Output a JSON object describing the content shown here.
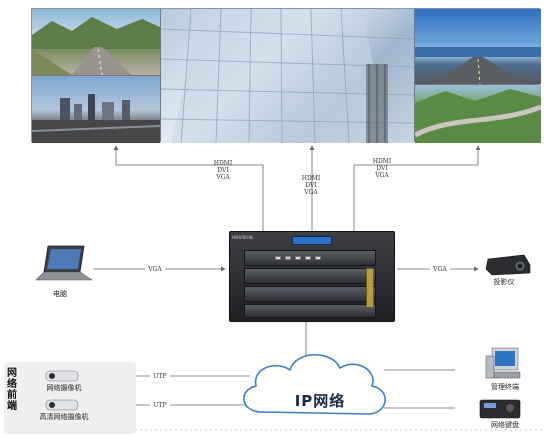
{
  "connections": {
    "hdmi_left": [
      "HDMI",
      "DVI",
      "VGA"
    ],
    "hdmi_center": [
      "HDMI",
      "DVI",
      "VGA"
    ],
    "hdmi_right": [
      "HDMI",
      "DVI",
      "VGA"
    ],
    "vga_left": "VGA",
    "vga_right": "VGA",
    "utp_top": "UTP",
    "utp_bottom": "UTP"
  },
  "nodes": {
    "computer": "电脑",
    "projector": "投影仪",
    "network_camera": "网络摄像机",
    "hd_network_camera": "高清网络摄像机",
    "ip_network": "IP网络",
    "management_terminal": "管理终端",
    "network_keyboard": "网络键盘"
  },
  "group": {
    "front_end_title": "网络前端"
  },
  "device": {
    "brand": "HIKVISION"
  },
  "colors": {
    "line": "#666666",
    "cloud_stroke": "#3a7fc4",
    "screen_blue": "#2d6fc9"
  }
}
